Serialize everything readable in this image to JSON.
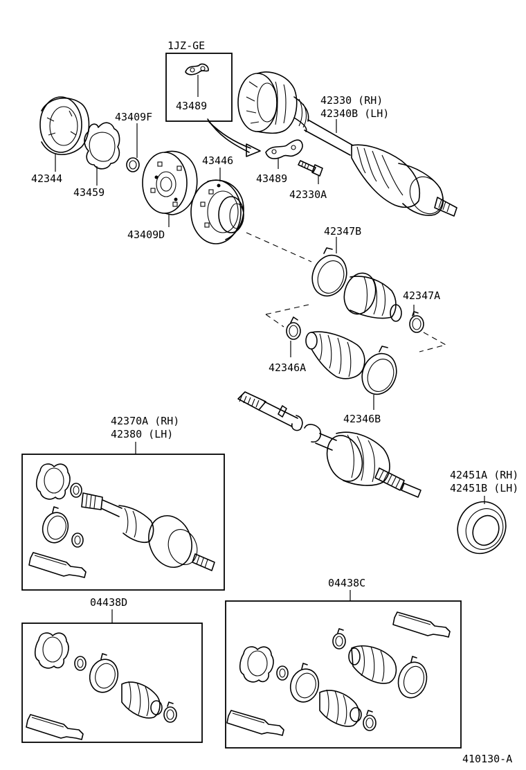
{
  "engine_box": {
    "title": "1JZ-GE",
    "part": "43489"
  },
  "labels": {
    "p42330_rh": "42330  (RH)",
    "p42340b_lh": "42340B (LH)",
    "p43409f": "43409F",
    "p42344": "42344",
    "p43459": "43459",
    "p43446": "43446",
    "p43489": "43489",
    "p42330a": "42330A",
    "p43409d": "43409D",
    "p42347b": "42347B",
    "p42347a": "42347A",
    "p42346a": "42346A",
    "p42346b": "42346B",
    "p42451a_rh": "42451A (RH)",
    "p42451b_lh": "42451B (LH)"
  },
  "kits": {
    "kit_42370a": {
      "line1": "42370A (RH)",
      "line2": "42380  (LH)"
    },
    "kit_04438d": {
      "label": "04438D"
    },
    "kit_04438c": {
      "label": "04438C"
    }
  },
  "figure_code": "410130-A"
}
